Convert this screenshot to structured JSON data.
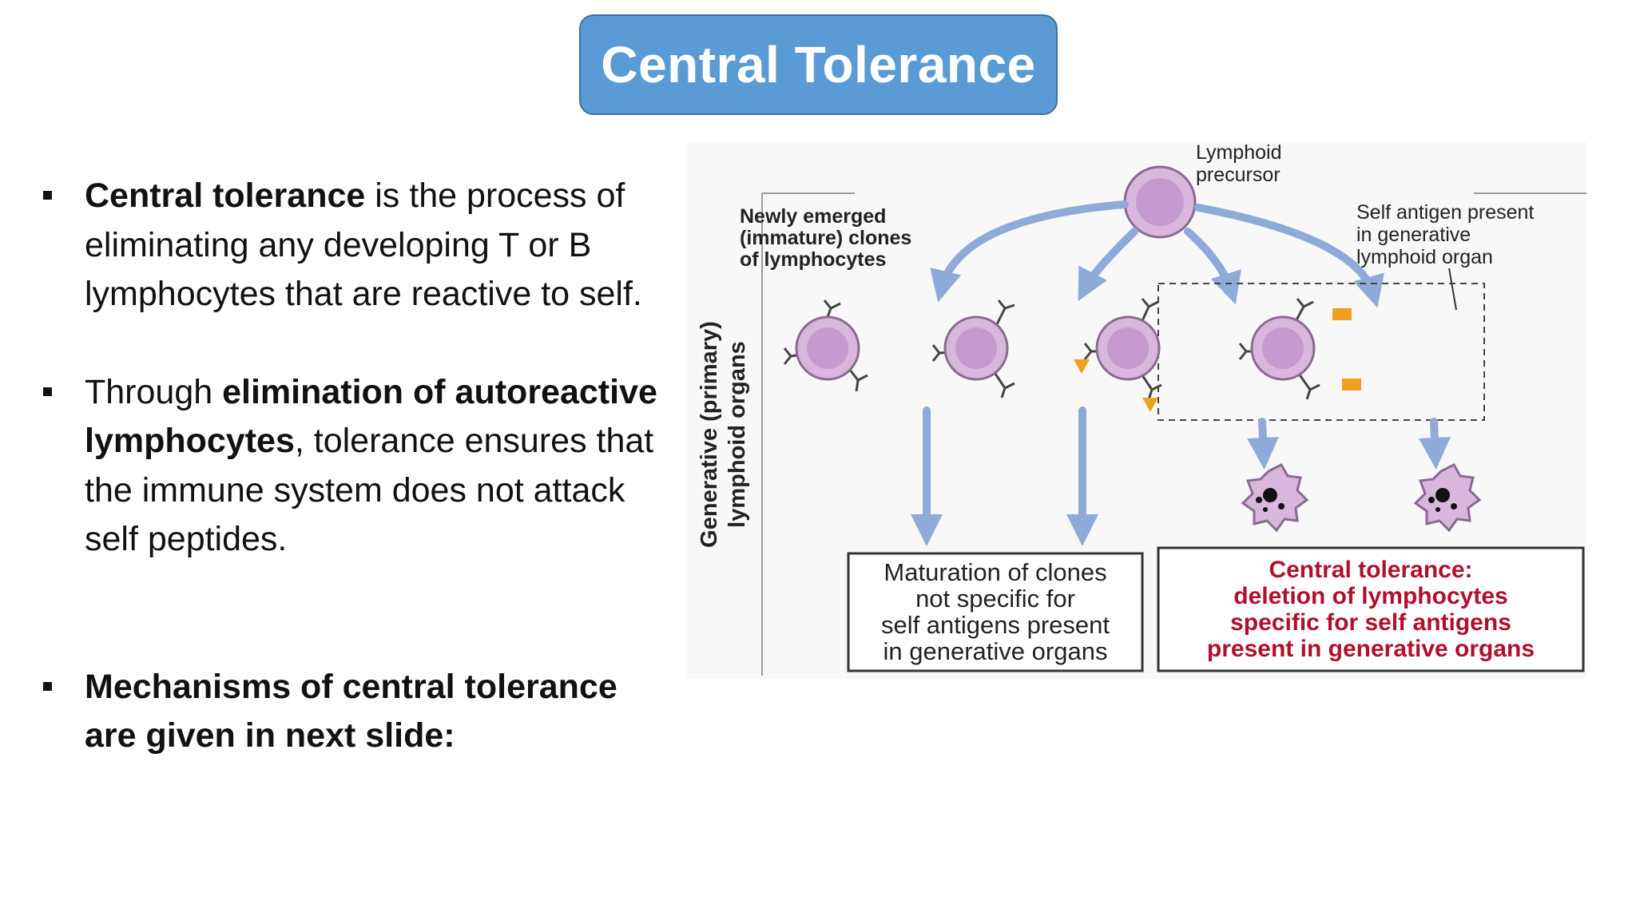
{
  "slide": {
    "title": "Central Tolerance",
    "bullets": [
      {
        "parts": [
          {
            "text": "Central tolerance",
            "bold": true
          },
          {
            "text": " is the process of eliminating any developing T or B lymphocytes that are reactive to self.",
            "bold": false
          }
        ]
      },
      {
        "parts": [
          {
            "text": "Through ",
            "bold": false
          },
          {
            "text": "elimination of autoreactive lymphocytes",
            "bold": true
          },
          {
            "text": ", tolerance ensures that the immune system does not attack self peptides.",
            "bold": false
          }
        ]
      },
      {
        "parts": [
          {
            "text": "Mechanisms of central tolerance are given in  next slide:",
            "bold": true
          }
        ]
      }
    ]
  },
  "figure": {
    "side_label_line1": "Generative (primary)",
    "side_label_line2": "lymphoid organs",
    "precursor_line1": "Lymphoid",
    "precursor_line2": "precursor",
    "newly_line1": "Newly emerged",
    "newly_line2": "(immature) clones",
    "newly_line3": "of lymphocytes",
    "self_antigen_line1": "Self antigen present",
    "self_antigen_line2": "in generative",
    "self_antigen_line3": "lymphoid organ",
    "maturation_line1": "Maturation of clones",
    "maturation_line2": "not specific for",
    "maturation_line3": "self antigens present",
    "maturation_line4": "in generative organs",
    "central_line1": "Central tolerance:",
    "central_line2": "deletion of lymphocytes",
    "central_line3": "specific for self antigens",
    "central_line4": "present in generative organs",
    "colors": {
      "arrow": "#8eaad8",
      "cell_fill": "#d9b7dc",
      "cell_nucleus": "#c69ad0",
      "antigen": "#f0a020",
      "red_text": "#b0102a"
    }
  }
}
